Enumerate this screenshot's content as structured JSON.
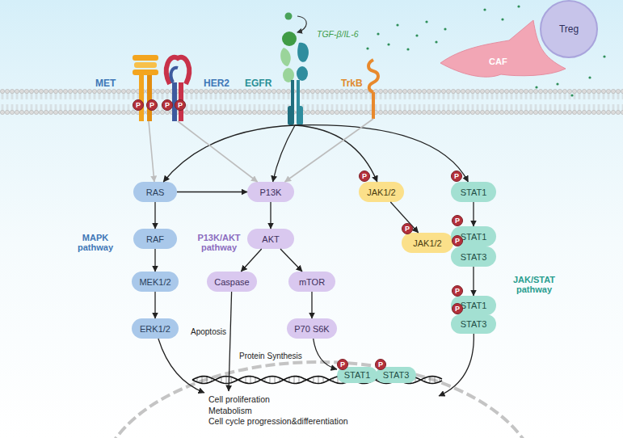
{
  "diagram": {
    "nodes": [
      {
        "text": [
          "MET"
        ]
      },
      {
        "text": [
          "HER2"
        ]
      },
      {
        "text": [
          "EGFR"
        ]
      },
      {
        "text": [
          "TrkB"
        ]
      },
      {
        "text": [
          "CAF"
        ]
      },
      {
        "text": [
          "Treg"
        ]
      },
      {
        "text": [
          "RAS"
        ]
      },
      {
        "text": [
          "P13K"
        ]
      },
      {
        "text": [
          "JAK1/2"
        ]
      },
      {
        "text": [
          "STAT1"
        ]
      },
      {
        "text": [
          "RAF"
        ]
      },
      {
        "text": [
          "AKT"
        ]
      },
      {
        "text": [
          "JAK1/2"
        ]
      },
      {
        "text": [
          "STAT1"
        ]
      },
      {
        "text": [
          "STAT3"
        ]
      },
      {
        "text": [
          "MEK1/2"
        ]
      },
      {
        "text": [
          "Caspase"
        ]
      },
      {
        "text": [
          "mTOR"
        ]
      },
      {
        "text": [
          "STAT1"
        ]
      },
      {
        "text": [
          "STAT3"
        ]
      },
      {
        "text": [
          "ERK1/2"
        ]
      },
      {
        "text": [
          "P70 S6K"
        ]
      },
      {
        "text": [
          "Cell proliferation",
          "Metabolism",
          "Cell cycle progression&differentiation"
        ]
      },
      {
        "text": [
          "STAT1"
        ],
        "in": 22
      },
      {
        "text": [
          "STAT3"
        ],
        "in": 22
      }
    ],
    "edges": [
      {
        "from": 2,
        "to": 6,
        "arrow": "to"
      },
      {
        "from": 2,
        "to": 7,
        "arrow": "to"
      },
      {
        "from": 2,
        "to": 8,
        "arrow": "to"
      },
      {
        "from": 2,
        "to": 9,
        "arrow": "to"
      },
      {
        "from": 0,
        "to": 6,
        "arrow": "to"
      },
      {
        "from": 1,
        "to": 7,
        "arrow": "to"
      },
      {
        "from": 3,
        "to": 7,
        "arrow": "to"
      },
      {
        "from": 6,
        "to": 7,
        "arrow": "to"
      },
      {
        "from": 6,
        "to": 10,
        "arrow": "to"
      },
      {
        "from": 10,
        "to": 15,
        "arrow": "to"
      },
      {
        "from": 15,
        "to": 20,
        "arrow": "to"
      },
      {
        "from": 7,
        "to": 11,
        "arrow": "to"
      },
      {
        "from": 11,
        "to": 16,
        "arrow": "to"
      },
      {
        "from": 11,
        "to": 17,
        "arrow": "to"
      },
      {
        "from": 17,
        "to": 21,
        "arrow": "to"
      },
      {
        "from": 8,
        "to": 12,
        "arrow": "to"
      },
      {
        "from": 9,
        "to": 13,
        "arrow": "to"
      },
      {
        "from": 14,
        "to": 18,
        "arrow": "to"
      },
      {
        "from": 20,
        "to": 22,
        "arrow": "to"
      },
      {
        "from": 16,
        "to": 22,
        "label": "Apoptosis",
        "arrow": "to"
      },
      {
        "from": 21,
        "to": 23,
        "label": "Protein Synthesis",
        "arrow": "to"
      },
      {
        "from": 19,
        "to": 22,
        "arrow": "to"
      }
    ],
    "labels": [
      "TGF-β/IL-6",
      "MAPK pathway",
      "P13K/AKT pathway",
      "JAK/STAT pathway",
      "P",
      "P",
      "P",
      "P",
      "P",
      "P",
      "P",
      "P",
      "P",
      "P",
      "P",
      "P",
      "P"
    ]
  }
}
